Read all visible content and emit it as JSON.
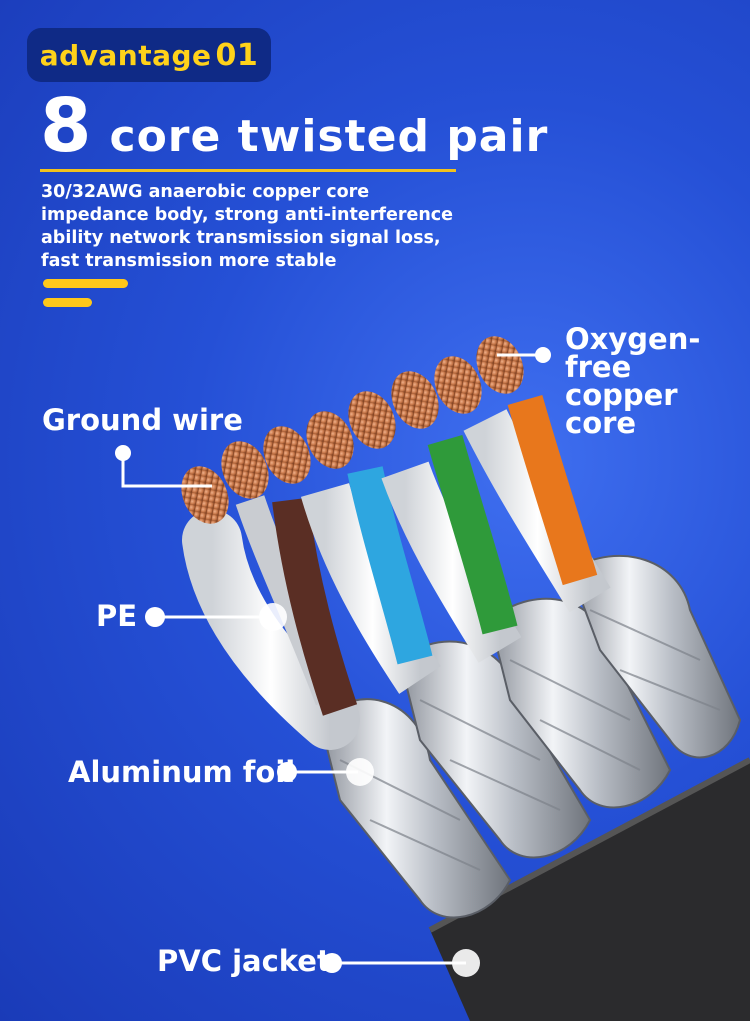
{
  "badge": {
    "word": "advantage",
    "number": "01"
  },
  "headline": {
    "number": "8",
    "text": "core twisted pair"
  },
  "description": "30/32AWG anaerobic copper core impedance body, strong anti-interference ability network transmission signal loss, fast transmission more stable",
  "callouts": {
    "oxygen_line1": "Oxygen-free",
    "oxygen_line2": "copper core",
    "ground": "Ground wire",
    "pe": "PE",
    "foil": "Aluminum foil",
    "pvc": "PVC jacket"
  },
  "colors": {
    "background": "#2550d6",
    "accent_yellow": "#ffc81a",
    "badge_bg": "#0f2a86",
    "copper": "#c8784a",
    "wire_orange": "#e8771c",
    "wire_green": "#2f9a3a",
    "wire_blue": "#2ea6e0",
    "wire_brown": "#5a2e24",
    "jacket": "#2a2a2a"
  }
}
